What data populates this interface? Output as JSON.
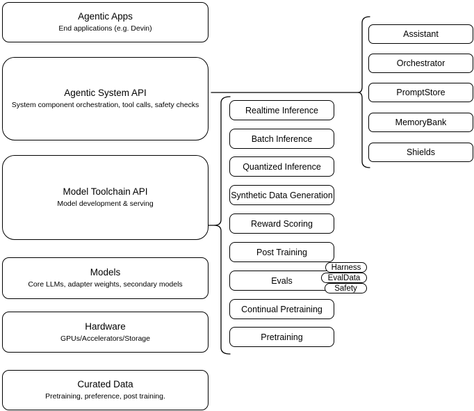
{
  "diagram": {
    "left": [
      {
        "title": "Agentic Apps",
        "subtitle": "End applications (e.g. Devin)"
      },
      {
        "title": "Agentic System API",
        "subtitle": "System component orchestration, tool calls, safety checks"
      },
      {
        "title": "Model Toolchain API",
        "subtitle": "Model development & serving"
      },
      {
        "title": "Models",
        "subtitle": "Core LLMs, adapter weights, secondary models"
      },
      {
        "title": "Hardware",
        "subtitle": "GPUs/Accelerators/Storage"
      },
      {
        "title": "Curated Data",
        "subtitle": "Pretraining, preference, post training."
      }
    ],
    "toolchain_components": [
      "Realtime Inference",
      "Batch Inference",
      "Quantized Inference",
      "Synthetic Data Generation",
      "Reward Scoring",
      "Post Training",
      "Evals",
      "Continual Pretraining",
      "Pretraining"
    ],
    "evals_tags": [
      "Harness",
      "EvalData",
      "Safety"
    ],
    "system_components": [
      "Assistant",
      "Orchestrator",
      "PromptStore",
      "MemoryBank",
      "Shields"
    ],
    "colors": {
      "stroke": "#000000",
      "fill": "#ffffff",
      "text": "#000000"
    }
  }
}
